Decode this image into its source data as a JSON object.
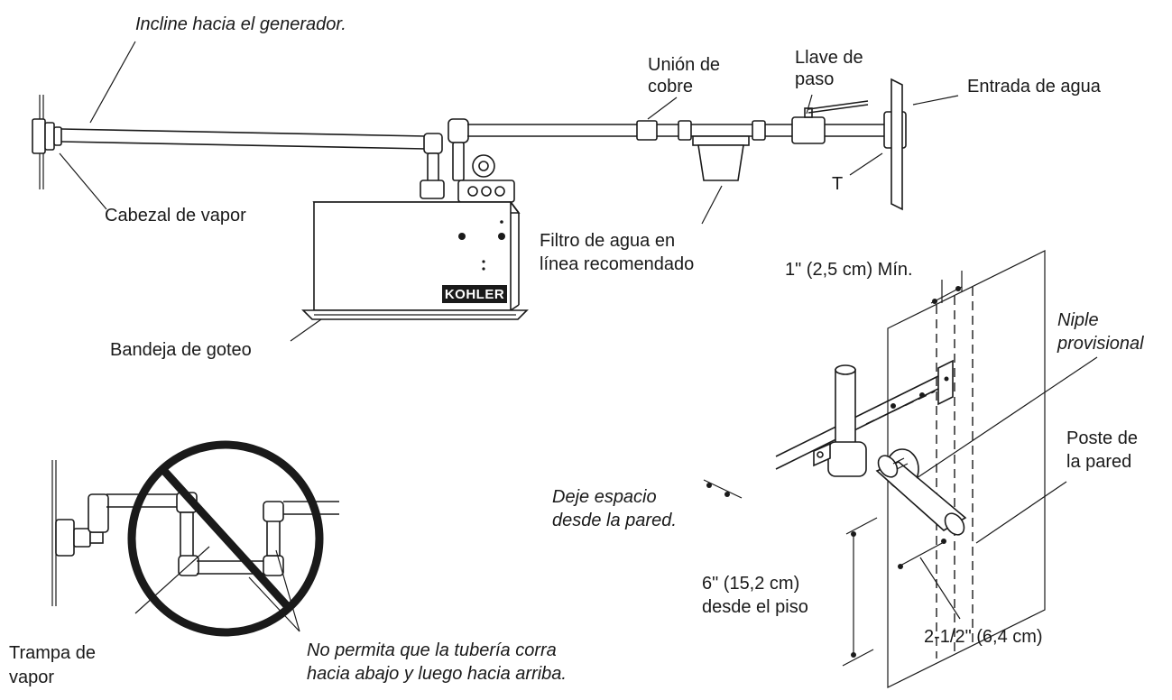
{
  "labels": {
    "incline": "Incline hacia el generador.",
    "union_line1": "Unión de",
    "union_line2": "cobre",
    "llave_line1": "Llave de",
    "llave_line2": "paso",
    "entrada": "Entrada de agua",
    "tee": "T",
    "cabezal": "Cabezal de vapor",
    "filtro_line1": "Filtro de agua en",
    "filtro_line2": "línea recomendado",
    "bandeja": "Bandeja de goteo",
    "logo": "KOHLER",
    "min": "1\" (2,5 cm) Mín.",
    "niple_line1": "Niple",
    "niple_line2": "provisional",
    "poste_line1": "Poste de",
    "poste_line2": "la pared",
    "deje_line1": "Deje espacio",
    "deje_line2": "desde la pared.",
    "seis_line1": "6\" (15,2 cm)",
    "seis_line2": "desde el piso",
    "dos": "2-1/2\" (6,4 cm)",
    "trampa_line1": "Trampa de",
    "trampa_line2": "vapor",
    "no_line1": "No permita que la tubería corra",
    "no_line2": "hacia abajo y luego hacia arriba."
  }
}
